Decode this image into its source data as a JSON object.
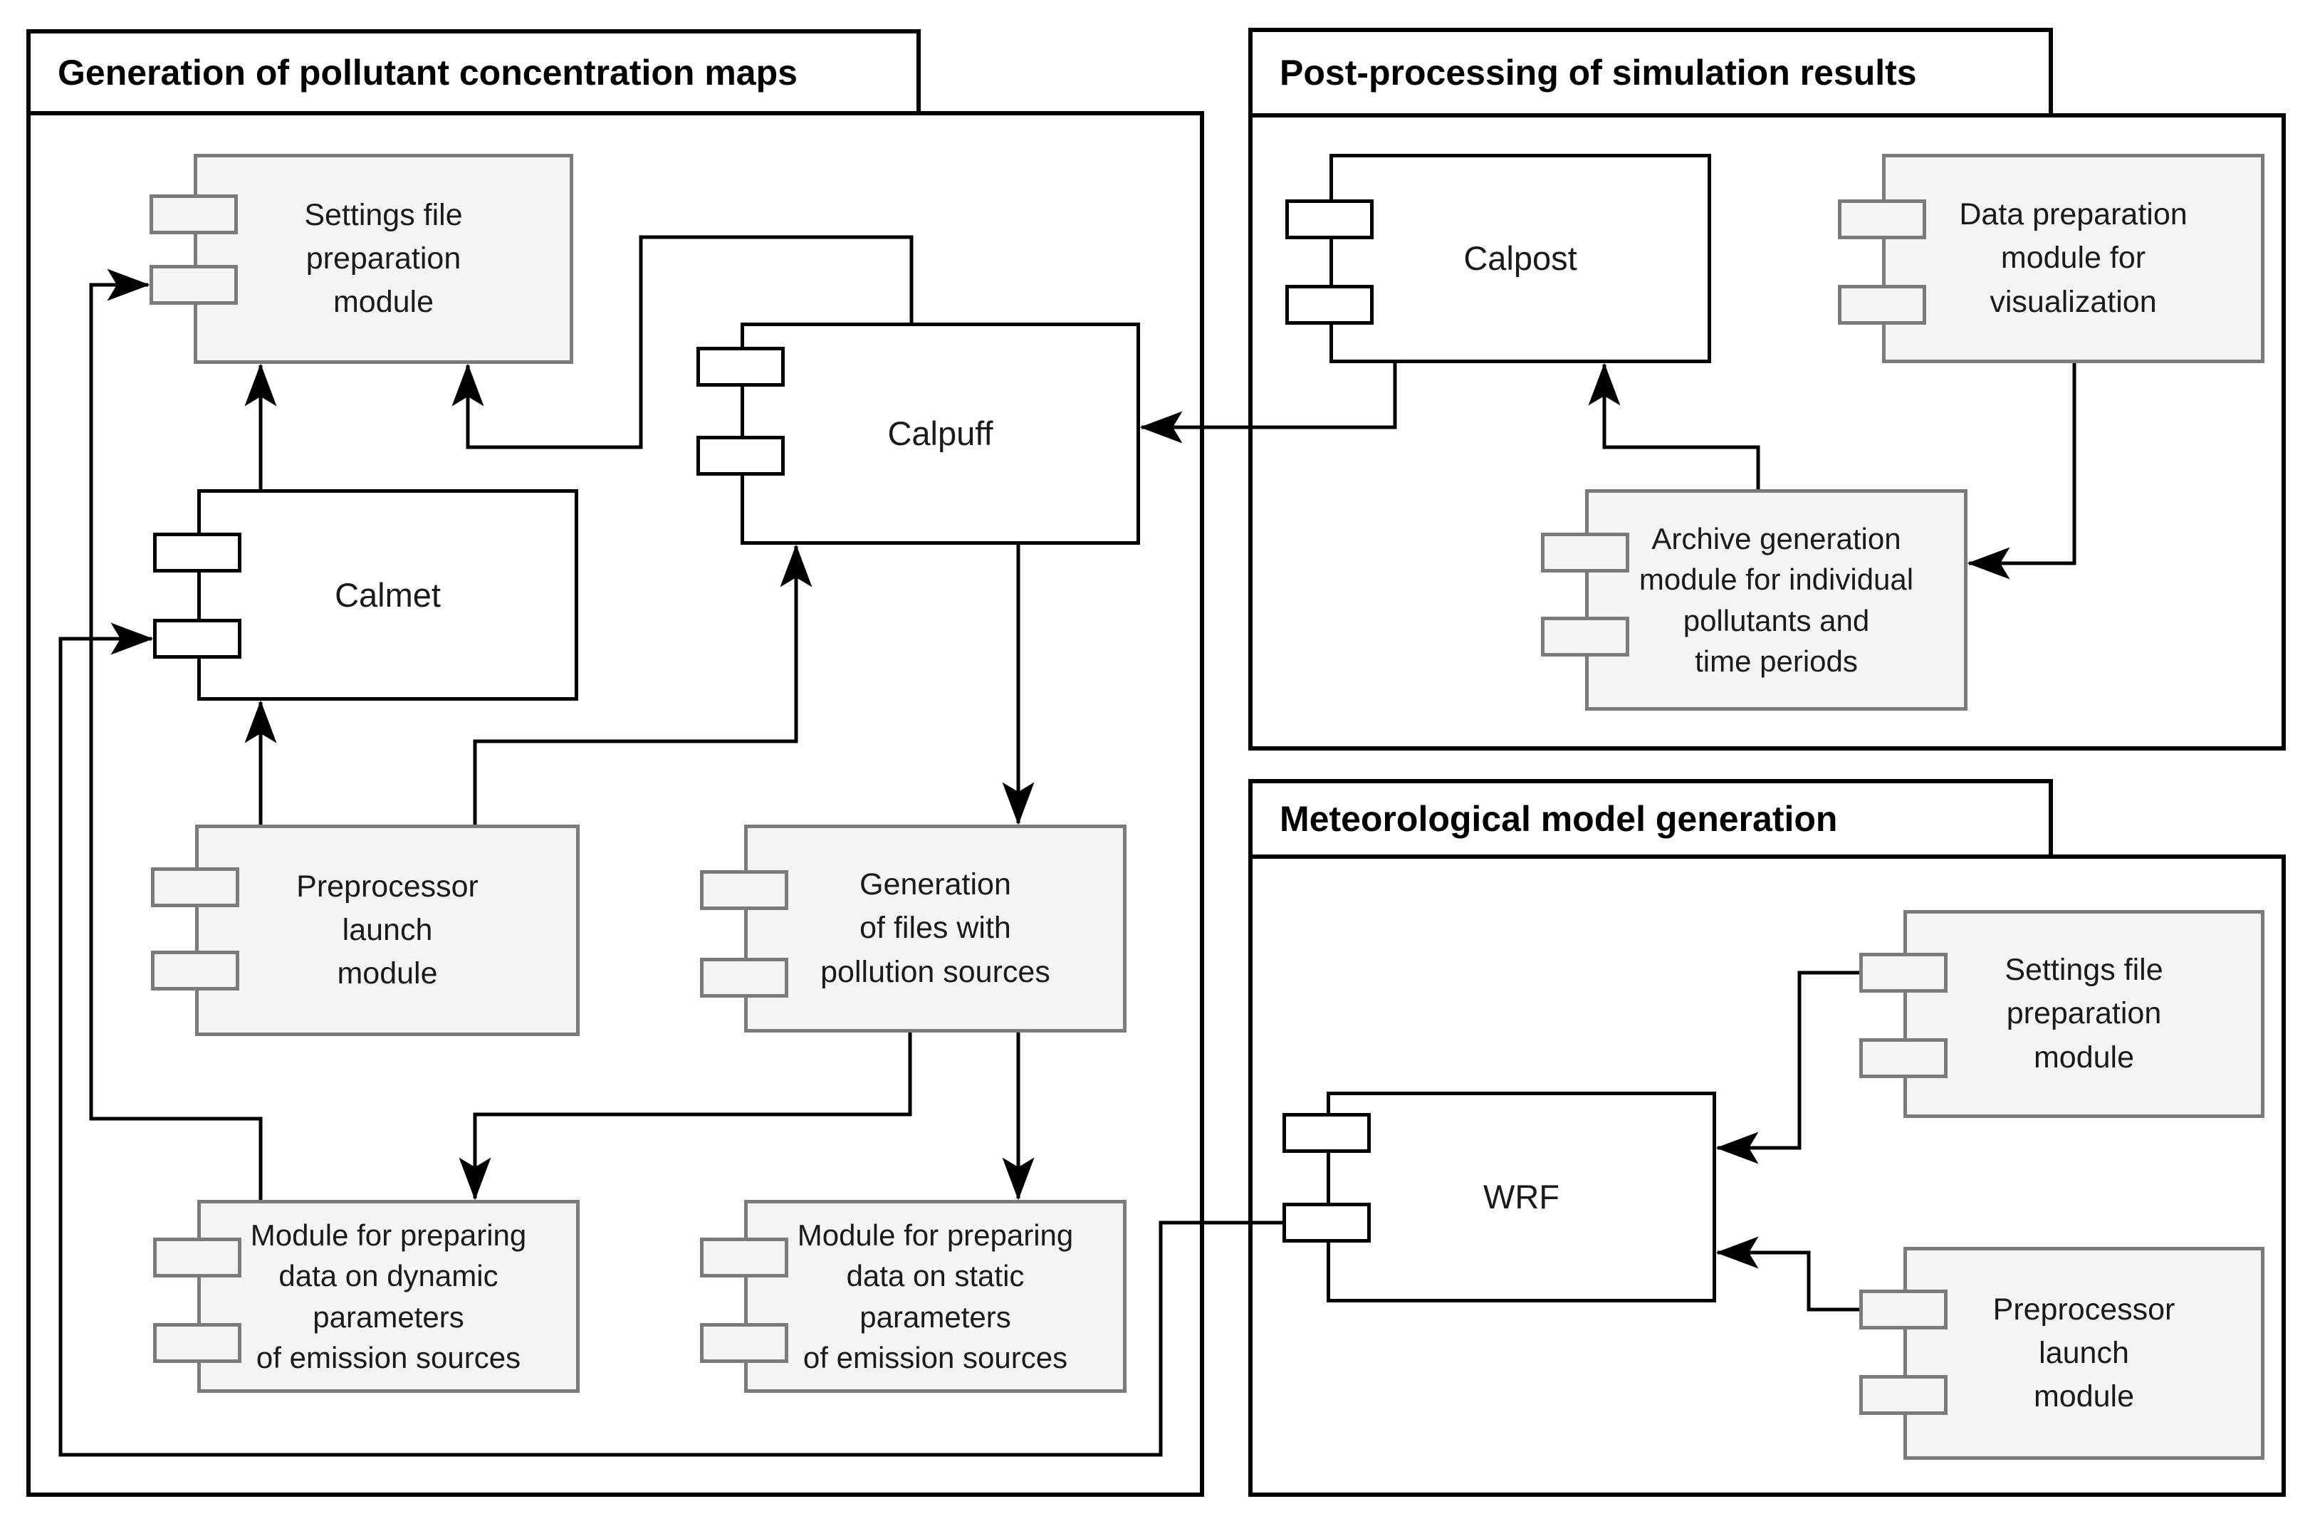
{
  "diagram": {
    "packages": {
      "generation": {
        "title": "Generation of pollutant concentration maps"
      },
      "postprocessing": {
        "title": "Post-processing of simulation results"
      },
      "meteorological": {
        "title": "Meteorological model generation"
      }
    },
    "components": {
      "settings_left": {
        "label": "Settings file\npreparation\nmodule",
        "type": "module"
      },
      "calpuff": {
        "label": "Calpuff",
        "type": "system"
      },
      "calmet": {
        "label": "Calmet",
        "type": "system"
      },
      "preprocessor_left": {
        "label": "Preprocessor\nlaunch\nmodule",
        "type": "module"
      },
      "generation_files": {
        "label": "Generation\nof files with\npollution sources",
        "type": "module"
      },
      "dynamic_params": {
        "label": "Module for preparing\ndata on dynamic\nparameters\nof emission sources",
        "type": "module"
      },
      "static_params": {
        "label": "Module for preparing\ndata on static\nparameters\nof emission sources",
        "type": "module"
      },
      "calpost": {
        "label": "Calpost",
        "type": "system"
      },
      "data_prep": {
        "label": "Data preparation\nmodule for\nvisualization",
        "type": "module"
      },
      "archive": {
        "label": "Archive generation\nmodule for individual\npollutants and\ntime periods",
        "type": "module"
      },
      "wrf": {
        "label": "WRF",
        "type": "system"
      },
      "settings_right": {
        "label": "Settings file\npreparation\nmodule",
        "type": "module"
      },
      "preprocessor_right": {
        "label": "Preprocessor\nlaunch\nmodule",
        "type": "module"
      }
    },
    "colors": {
      "module_fill": "#f4f4f4",
      "module_border": "#7b7b7b",
      "system_fill": "#ffffff",
      "system_border": "#000000",
      "connector": "#000000",
      "background": "#ffffff"
    }
  }
}
